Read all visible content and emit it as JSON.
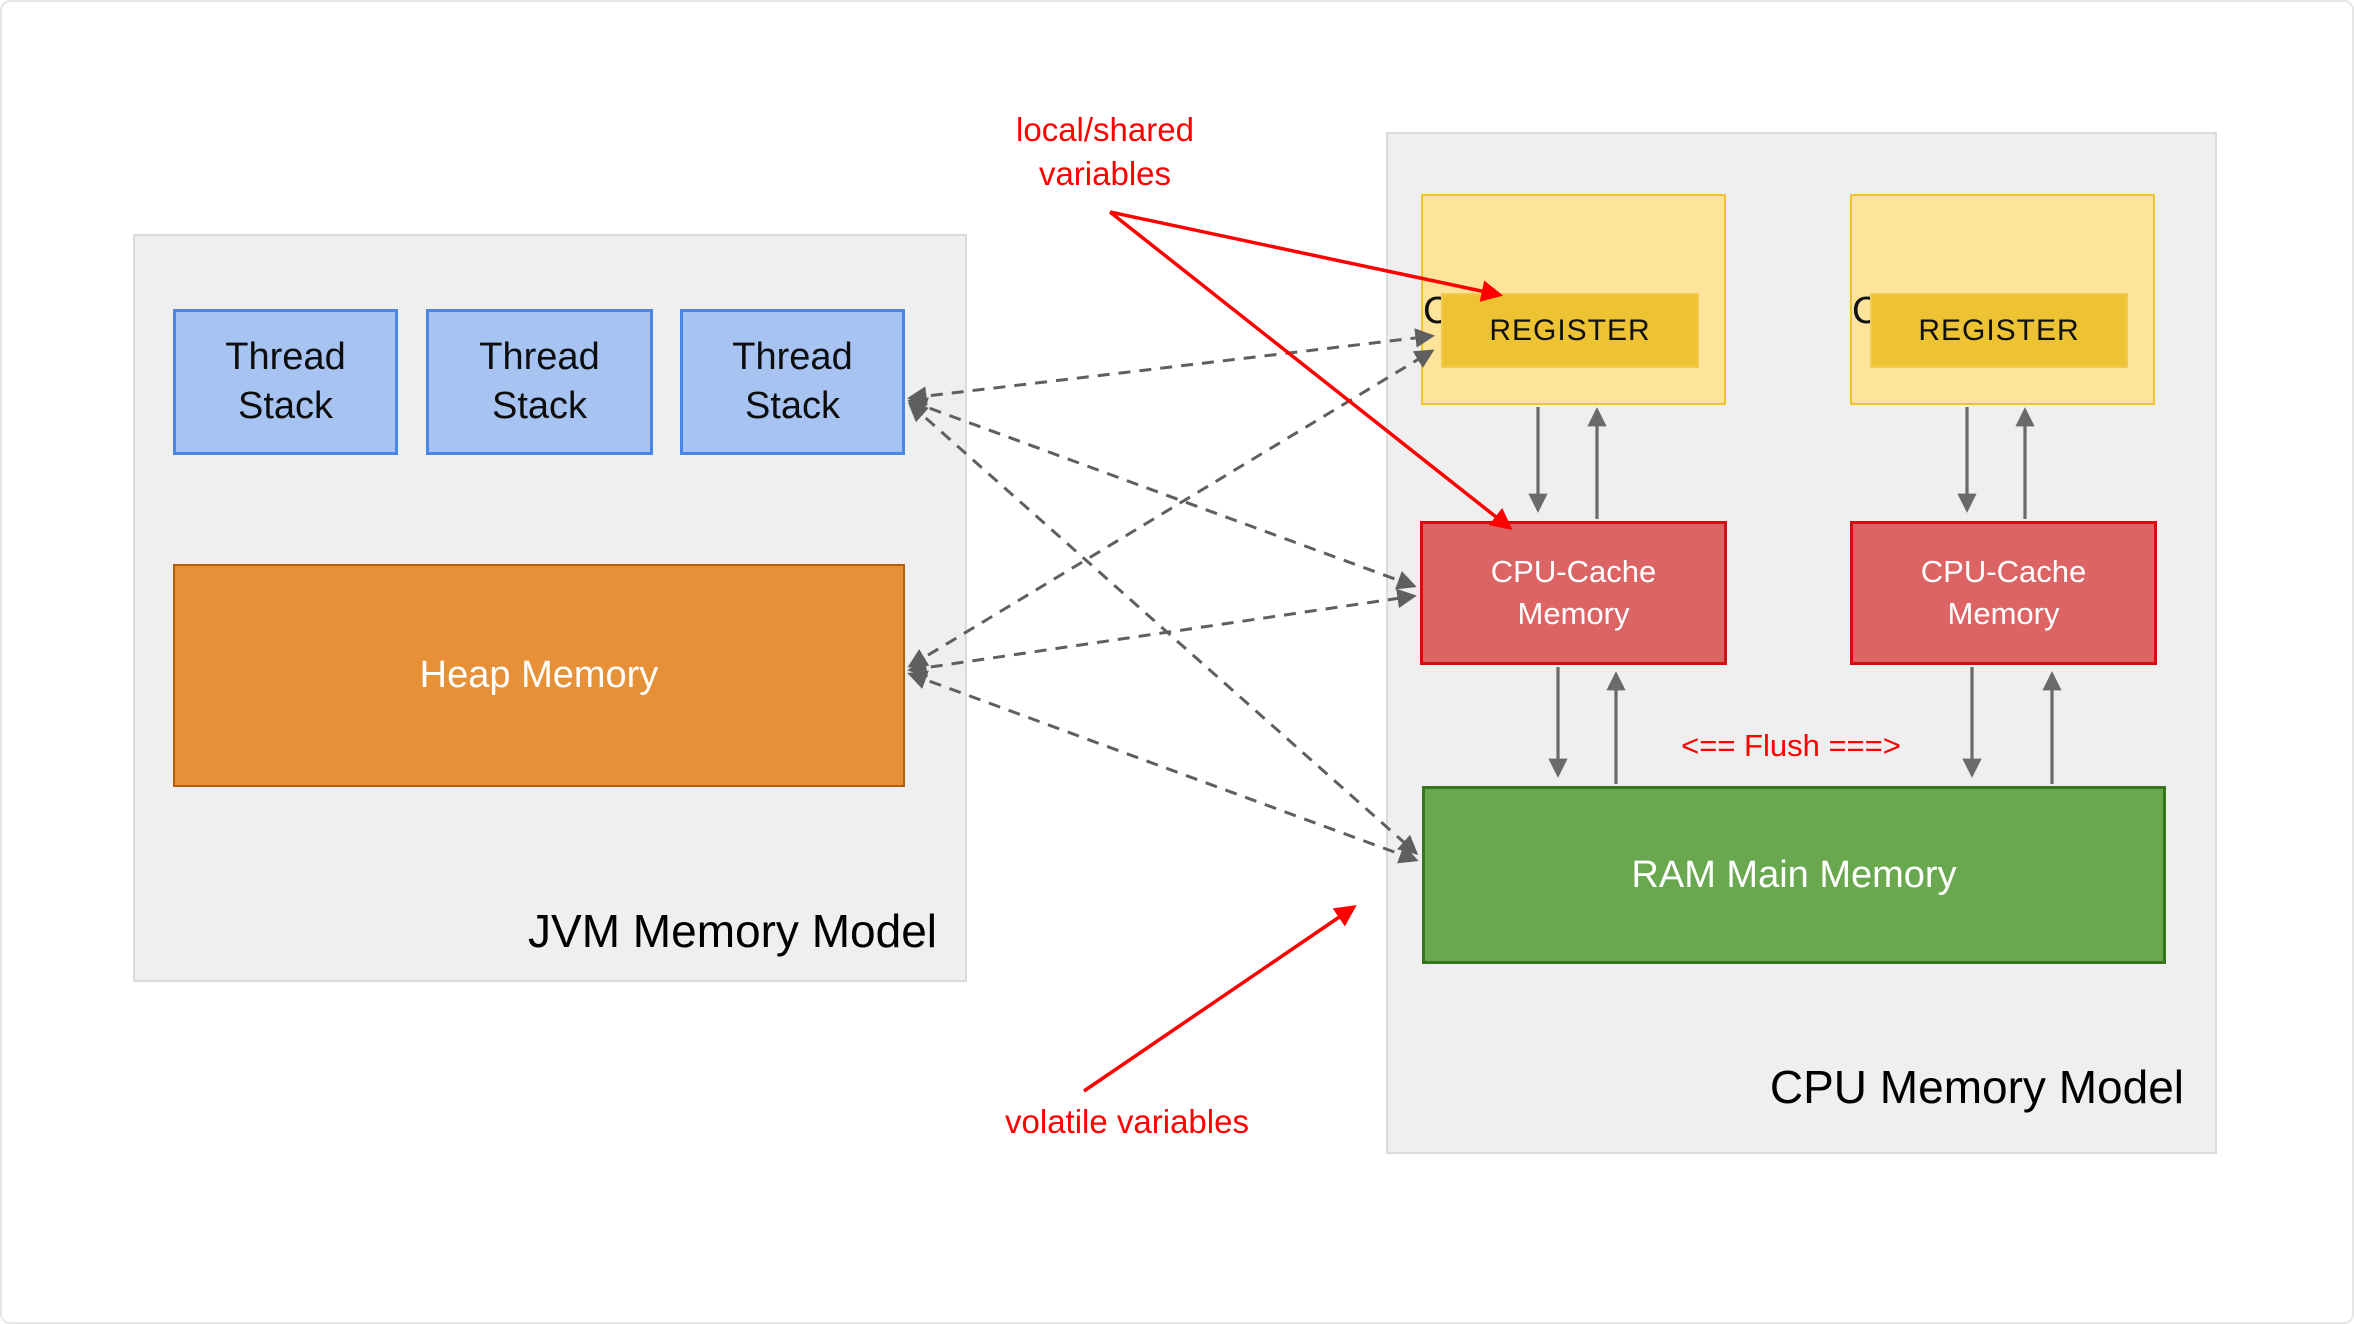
{
  "jvm_group": {
    "label": "JVM Memory Model",
    "thread_stacks": [
      {
        "label": "Thread Stack"
      },
      {
        "label": "Thread Stack"
      },
      {
        "label": "Thread Stack"
      }
    ],
    "heap": {
      "label": "Heap Memory"
    }
  },
  "cpu_group": {
    "label": "CPU Memory Model",
    "cpus": [
      {
        "label": "CPU",
        "register": "REGISTER"
      },
      {
        "label": "CPU",
        "register": "REGISTER"
      }
    ],
    "caches": [
      {
        "line1": "CPU-Cache",
        "line2": "Memory"
      },
      {
        "line1": "CPU-Cache",
        "line2": "Memory"
      }
    ],
    "ram": {
      "label": "RAM Main Memory"
    }
  },
  "annotations": {
    "local_shared": {
      "line1": "local/shared",
      "line2": "variables"
    },
    "volatile_label": "volatile variables",
    "flush_label": "<== Flush ===>"
  },
  "colors": {
    "group_fill": "#efefef",
    "group_border": "#dbdbdb",
    "thread_fill": "#a7c3f1",
    "thread_border": "#4a86e8",
    "heap_fill": "#e69138",
    "heap_border": "#b45f06",
    "cpu_fill": "#fde49a",
    "cpu_border": "#f1c232",
    "register_fill": "#edc233",
    "cache_fill": "#dd6464",
    "cache_border": "#cc1111",
    "ram_fill": "#6aa84f",
    "ram_border": "#38761d",
    "annotation_red": "#ff0000",
    "connector_gray": "#5f5f5f"
  }
}
